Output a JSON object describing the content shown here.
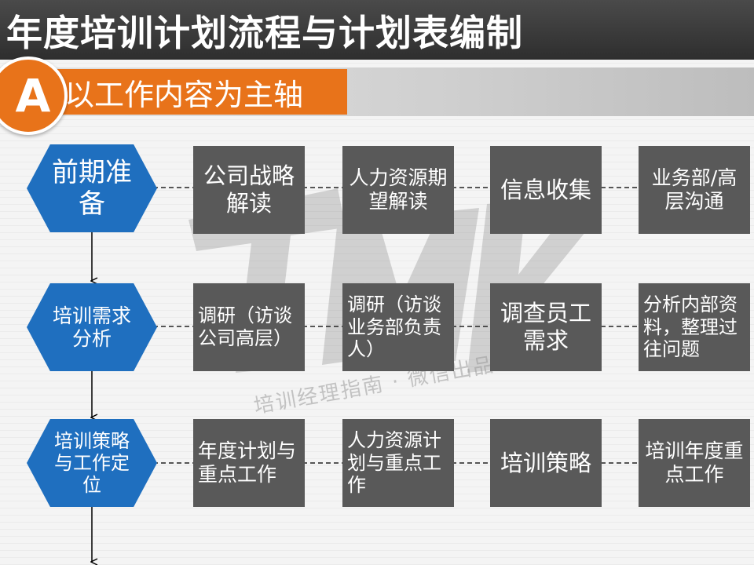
{
  "title": "年度培训计划流程与计划表编制",
  "section": {
    "letter": "A",
    "label": "以工作内容为主轴"
  },
  "watermark": {
    "text": "培训经理指南 · 微信出品"
  },
  "rows": [
    {
      "stage": "前期准备",
      "cells": [
        "公司战略解读",
        "人力资源期望解读",
        "信息收集",
        "业务部/高层沟通"
      ]
    },
    {
      "stage": "培训需求分析",
      "cells": [
        "调研（访谈公司高层）",
        "调研（访谈业务部负责人）",
        "调查员工需求",
        "分析内部资料，整理过往问题"
      ]
    },
    {
      "stage": "培训策略与工作定位",
      "cells": [
        "年度计划与重点工作",
        "人力资源计划与重点工作",
        "培训策略",
        "培训年度重点工作"
      ]
    }
  ],
  "colors": {
    "title_bg": "#3a3a3a",
    "accent": "#e8731a",
    "hex": "#1f6fbf",
    "box": "#595959"
  }
}
